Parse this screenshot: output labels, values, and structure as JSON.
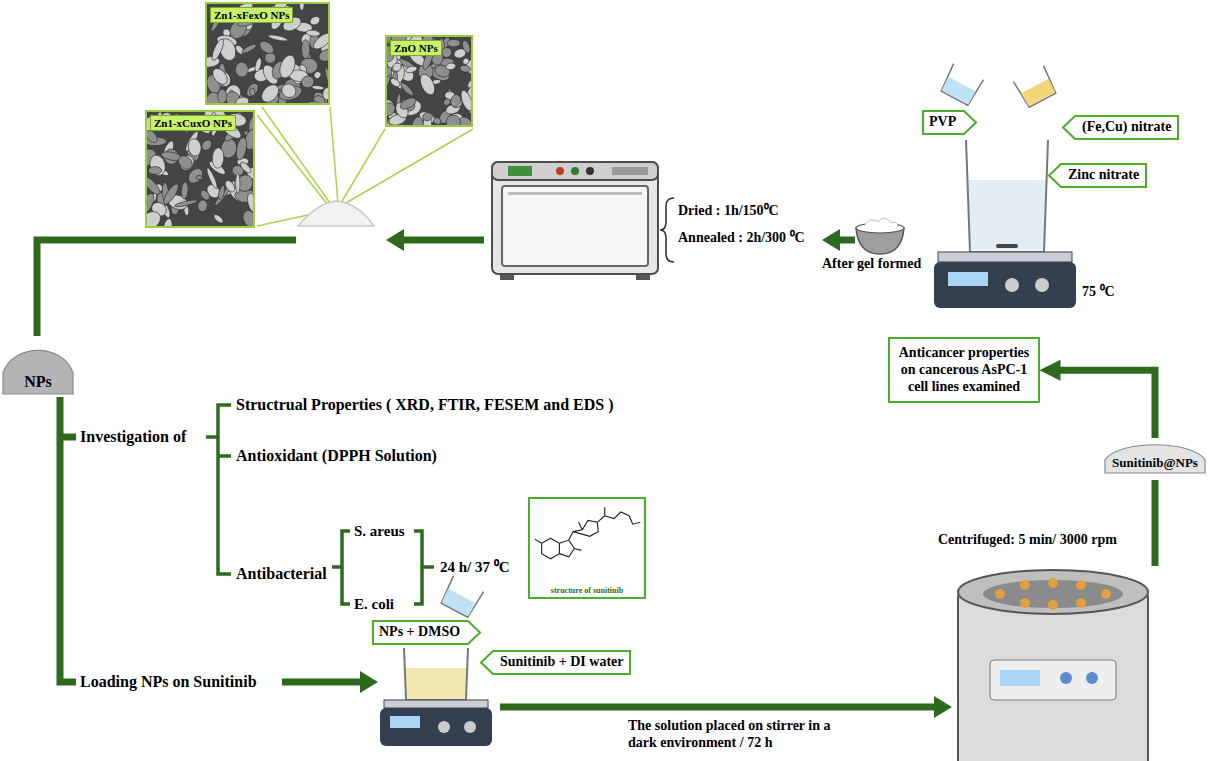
{
  "diagram": {
    "nodes": [
      {
        "text": [
          "Zn1-xFexO NPs"
        ]
      },
      {
        "text": [
          "ZnO NPs"
        ]
      },
      {
        "text": [
          "PVP"
        ]
      },
      {
        "text": [
          "(Fe,Cu) nitrate"
        ]
      },
      {
        "text": [
          "Zinc nitrate"
        ]
      },
      {
        "text": [
          "Zn1-xCuxO NPs"
        ]
      },
      {
        "text": [
          "NPs"
        ]
      },
      {
        "text": [
          "structure of sunitinib"
        ]
      },
      {
        "text": [
          "NPs + DMSO"
        ]
      },
      {
        "text": [
          "Sunitinib + DI water"
        ]
      },
      {
        "text": [
          "Anticancer properties on cancerous AsPC-1 cell lines examined"
        ]
      },
      {
        "text": [
          "Sunitinib@NPs"
        ]
      }
    ],
    "edges": [
      {
        "from": 11,
        "to": 10,
        "arrow": "to"
      }
    ],
    "labels": [
      "Dried : 1h/150⁰C",
      "Annealed : 2h/300 ⁰C",
      "After gel formed",
      "75 ⁰C",
      "Investigation of",
      "Structrual Properties ( XRD, FTIR, FESEM and EDS )",
      "Antioxidant (DPPH Solution)",
      "Antibacterial",
      "S. areus",
      "E. coli",
      "24 h/ 37 ⁰C",
      "Loading NPs on Sunitinib",
      "Centrifuged: 5 min/ 3000 rpm",
      "The solution placed on stirrer in a dark environment / 72 h"
    ]
  }
}
